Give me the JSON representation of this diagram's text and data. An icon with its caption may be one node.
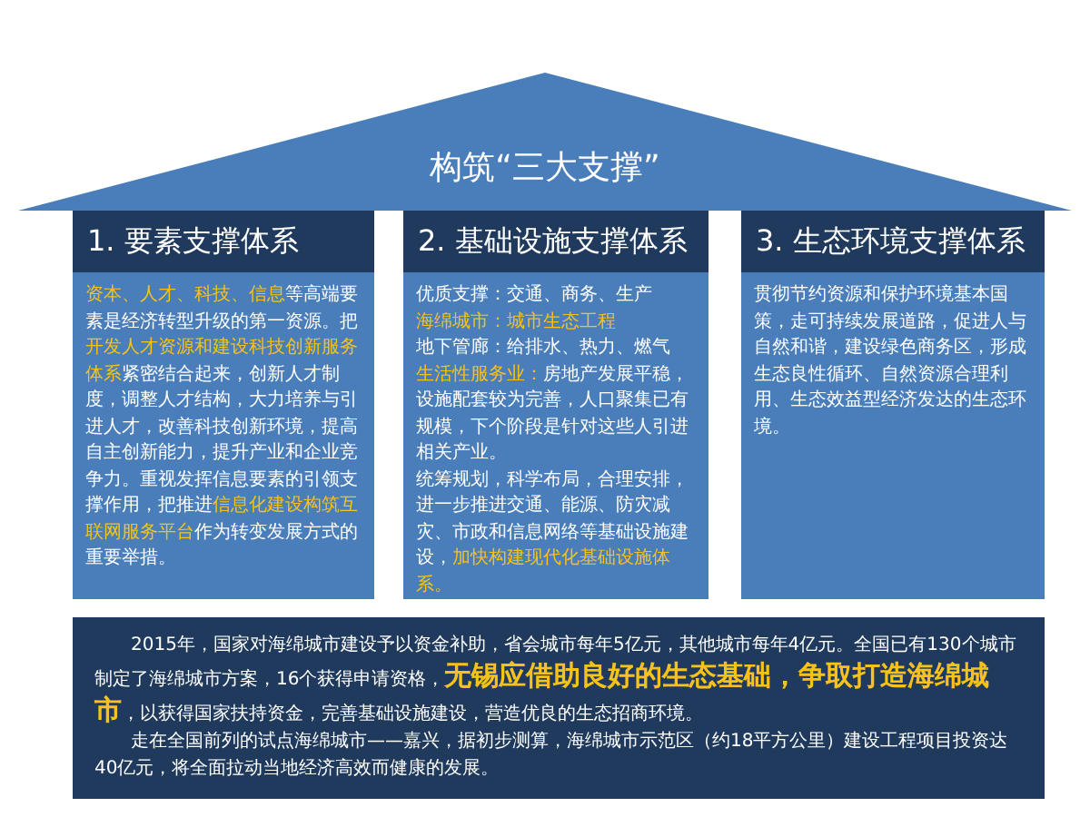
{
  "diagram": {
    "nodes": [
      {
        "text": [
          "构筑“三大支撑”"
        ]
      },
      {
        "text": [
          "1. 要素支撑体系",
          "**资本、人才、科技、信息**等高端要素是经济转型升级的第一资源。把**开发人才资源和建设科技创新服务体系**紧密结合起来，创新人才制度，调整人才结构，大力培养与引进人才，改善科技创新环境，提高自主创新能力，提升产业和企业竞争力。重视发挥信息要素的引领支撑作用，把推进**信息化建设构筑互联网服务平台**作为转变发展方式的重要举措。"
        ]
      },
      {
        "text": [
          "2. 基础设施支撑体系",
          "优质支撑：交通、商务、生产",
          "**海绵城市：城市生态工程**",
          "地下管廊：给排水、热力、燃气",
          "**生活性服务业：**房地产发展平稳，设施配套较为完善，人口聚集已有规模，下个阶段是针对这些人引进相关产业。",
          "统筹规划，科学布局，合理安排，进一步推进交通、能源、防灾减灾、市政和信息网络等基础设施建设，**加快构建现代化基础设施体系。**"
        ]
      },
      {
        "text": [
          "3. 生态环境支撑体系",
          "贯彻节约资源和保护环境基本国策，走可持续发展道路，促进人与自然和谐，建设绿色商务区，形成生态良性循环、自然资源合理利用、生态效益型经济发达的生态环境。"
        ]
      },
      {
        "text": [
          "2015年，国家对海绵城市建设予以资金补助，省会城市每年5亿元，其他城市每年4亿元。全国已有130个城市制定了海绵城市方案，16个获得申请资格，**无锡应借助良好的生态基础，争取打造海绵城市**，以获得国家扶持资金，完善基础设施建设，营造优良的生态招商环境。",
          "走在全国前列的试点海绵城市——嘉兴，据初步测算，海绵城市示范区（约18平方公里）建设工程项目投资达40亿元，将全面拉动当地经济高效而健康的发展。"
        ]
      }
    ]
  }
}
